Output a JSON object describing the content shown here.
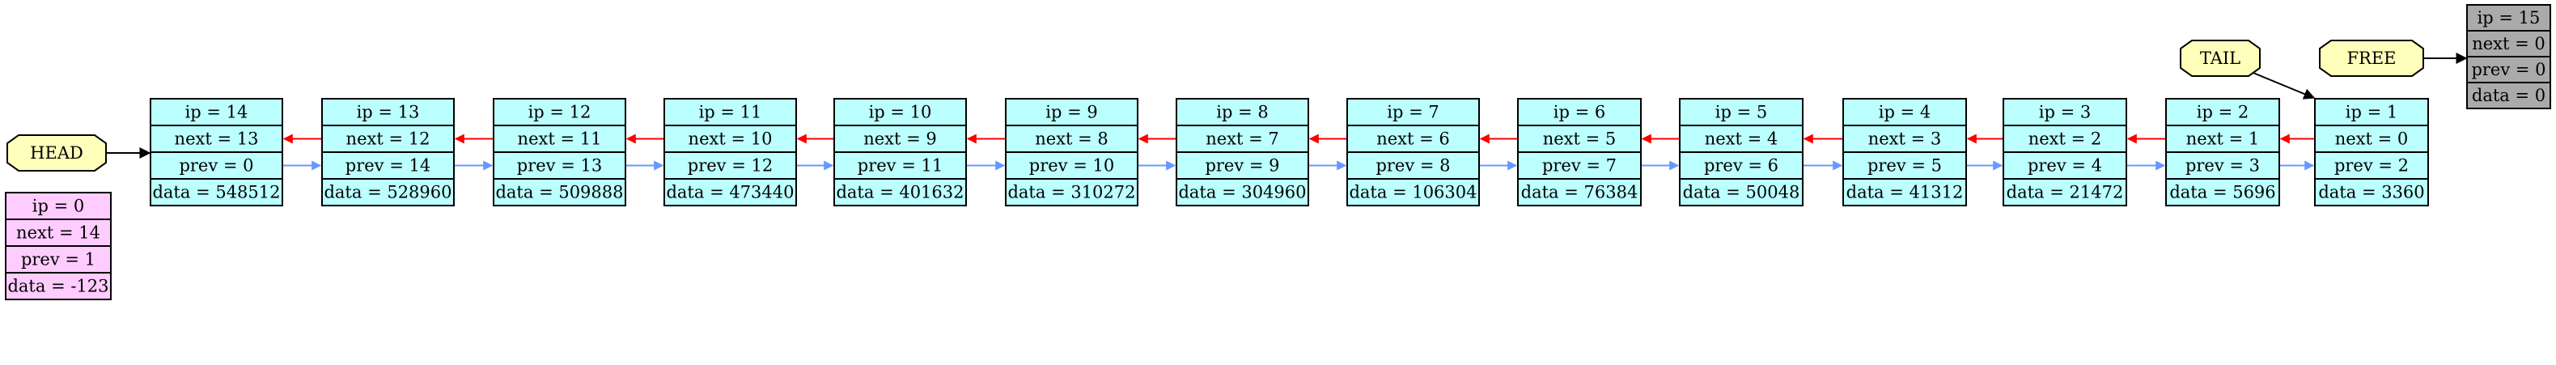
{
  "colors": {
    "node_fill": "#bbffff",
    "head_node_fill": "#ffccff",
    "free_node_fill": "#aaaaaa",
    "label_fill": "#ffffbb",
    "next_arrow": "#ff0000",
    "prev_arrow": "#6699ff",
    "pointer_arrow": "#000000"
  },
  "labels": {
    "head": "HEAD",
    "tail": "TAIL",
    "free": "FREE"
  },
  "head_node": {
    "ip": "ip = 0",
    "next": "next = 14",
    "prev": "prev = 1",
    "data": "data = -123"
  },
  "free_node": {
    "ip": "ip = 15",
    "next": "next = 0",
    "prev": "prev = 0",
    "data": "data = 0"
  },
  "nodes": [
    {
      "ip": "ip = 14",
      "next": "next = 13",
      "prev": "prev = 0",
      "data": "data = 548512"
    },
    {
      "ip": "ip = 13",
      "next": "next = 12",
      "prev": "prev = 14",
      "data": "data = 528960"
    },
    {
      "ip": "ip = 12",
      "next": "next = 11",
      "prev": "prev = 13",
      "data": "data = 509888"
    },
    {
      "ip": "ip = 11",
      "next": "next = 10",
      "prev": "prev = 12",
      "data": "data = 473440"
    },
    {
      "ip": "ip = 10",
      "next": "next = 9",
      "prev": "prev = 11",
      "data": "data = 401632"
    },
    {
      "ip": "ip = 9",
      "next": "next = 8",
      "prev": "prev = 10",
      "data": "data = 310272"
    },
    {
      "ip": "ip = 8",
      "next": "next = 7",
      "prev": "prev = 9",
      "data": "data = 304960"
    },
    {
      "ip": "ip = 7",
      "next": "next = 6",
      "prev": "prev = 8",
      "data": "data = 106304"
    },
    {
      "ip": "ip = 6",
      "next": "next = 5",
      "prev": "prev = 7",
      "data": "data = 76384"
    },
    {
      "ip": "ip = 5",
      "next": "next = 4",
      "prev": "prev = 6",
      "data": "data = 50048"
    },
    {
      "ip": "ip = 4",
      "next": "next = 3",
      "prev": "prev = 5",
      "data": "data = 41312"
    },
    {
      "ip": "ip = 3",
      "next": "next = 2",
      "prev": "prev = 4",
      "data": "data = 21472"
    },
    {
      "ip": "ip = 2",
      "next": "next = 1",
      "prev": "prev = 3",
      "data": "data = 5696"
    },
    {
      "ip": "ip = 1",
      "next": "next = 0",
      "prev": "prev = 2",
      "data": "data = 3360"
    }
  ]
}
